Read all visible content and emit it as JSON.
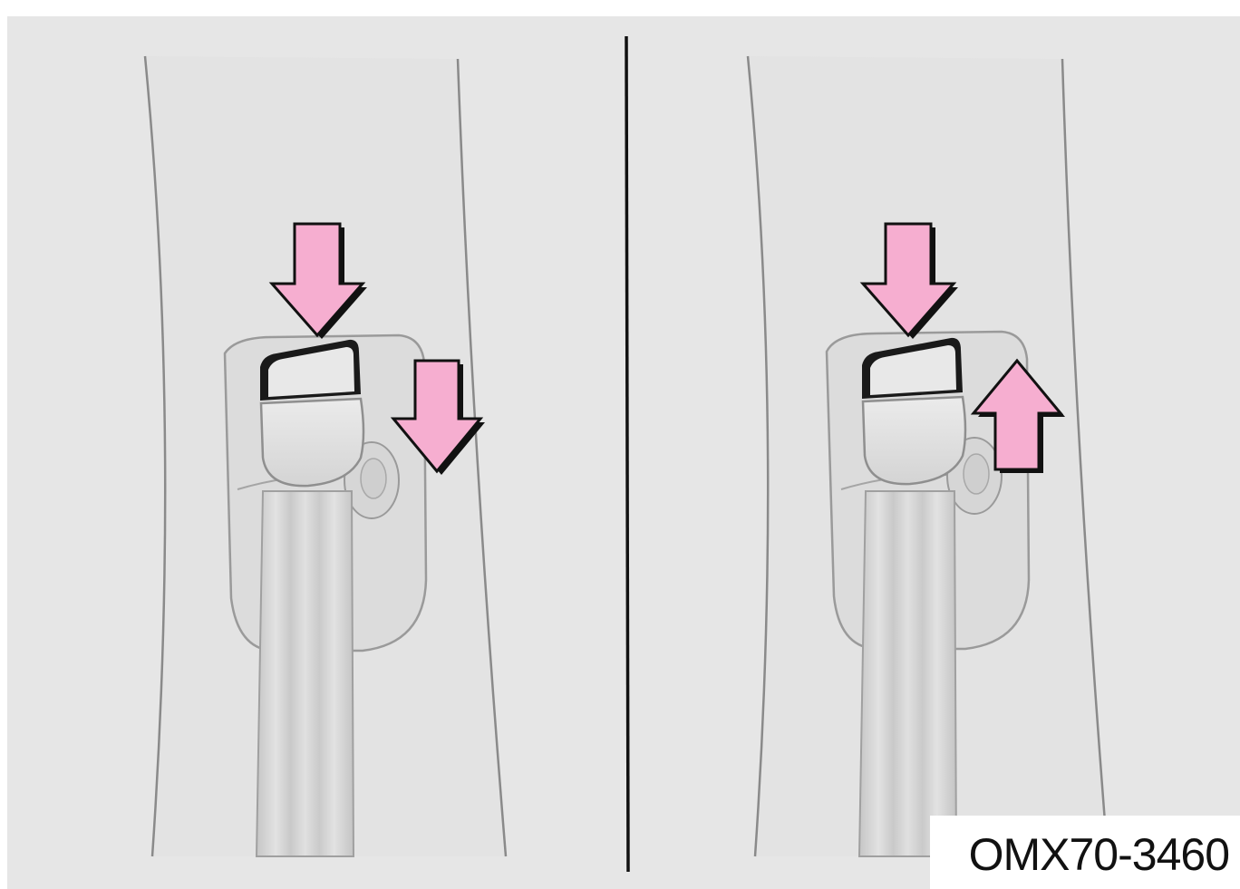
{
  "figure": {
    "code": "OMX70-3460",
    "colors": {
      "background": "#e6e6e6",
      "pillar": "#e3e3e3",
      "outline": "#8a8a8a",
      "arrow_fill": "#f6aed0",
      "arrow_stroke": "#111111",
      "divider": "#111111",
      "belt": "#d2d2d2"
    },
    "left_panel": {
      "arrows": [
        {
          "icon": "arrow-down-icon",
          "target": "height-adjuster-button"
        },
        {
          "icon": "arrow-down-icon",
          "target": "height-adjuster"
        }
      ]
    },
    "right_panel": {
      "arrows": [
        {
          "icon": "arrow-down-icon",
          "target": "height-adjuster-button"
        },
        {
          "icon": "arrow-up-icon",
          "target": "height-adjuster"
        }
      ]
    }
  }
}
